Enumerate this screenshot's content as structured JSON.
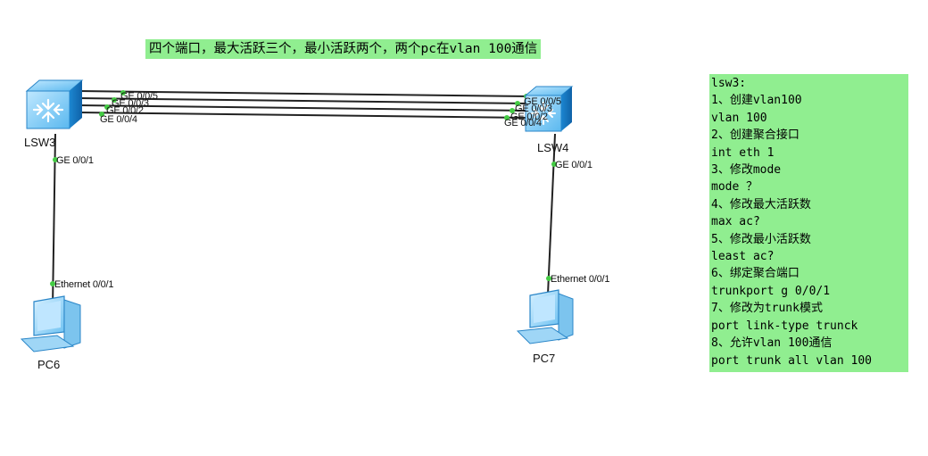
{
  "title_note": "四个端口，最大活跃三个，最小活跃两个，两个pc在vlan 100通信",
  "config_note": [
    "lsw3:",
    "1、创建vlan100",
    "vlan 100",
    "2、创建聚合接口",
    "int eth 1",
    "3、修改mode",
    "mode ？",
    "4、修改最大活跃数",
    "max ac?",
    "5、修改最小活跃数",
    "least ac?",
    "6、绑定聚合端口",
    "trunkport g  0/0/1",
    "7、修改为trunk模式",
    "port link-type trunck",
    "8、允许vlan 100通信",
    "port trunk all vlan 100"
  ],
  "devices": {
    "lsw3": {
      "label": "LSW3"
    },
    "lsw4": {
      "label": "LSW4"
    },
    "pc6": {
      "label": "PC6"
    },
    "pc7": {
      "label": "PC7"
    }
  },
  "ports": {
    "lsw3_ge005": "GE 0/0/5",
    "lsw3_ge003": "GE 0/0/3",
    "lsw3_ge002": "GE 0/0/2",
    "lsw3_ge004": "GE 0/0/4",
    "lsw4_ge005": "GE 0/0/5",
    "lsw4_ge003": "GE 0/0/3",
    "lsw4_ge002": "GE 0/0/2",
    "lsw4_ge004": "GE 0/0/4",
    "lsw3_ge001": "GE 0/0/1",
    "lsw4_ge001": "GE 0/0/1",
    "pc6_eth": "Ethernet 0/0/1",
    "pc7_eth": "Ethernet 0/0/1"
  },
  "colors": {
    "note_bg": "#90ee90",
    "link": "#222222",
    "port_dot": "#44cc44",
    "switch_blue": "#3aa8e8"
  }
}
